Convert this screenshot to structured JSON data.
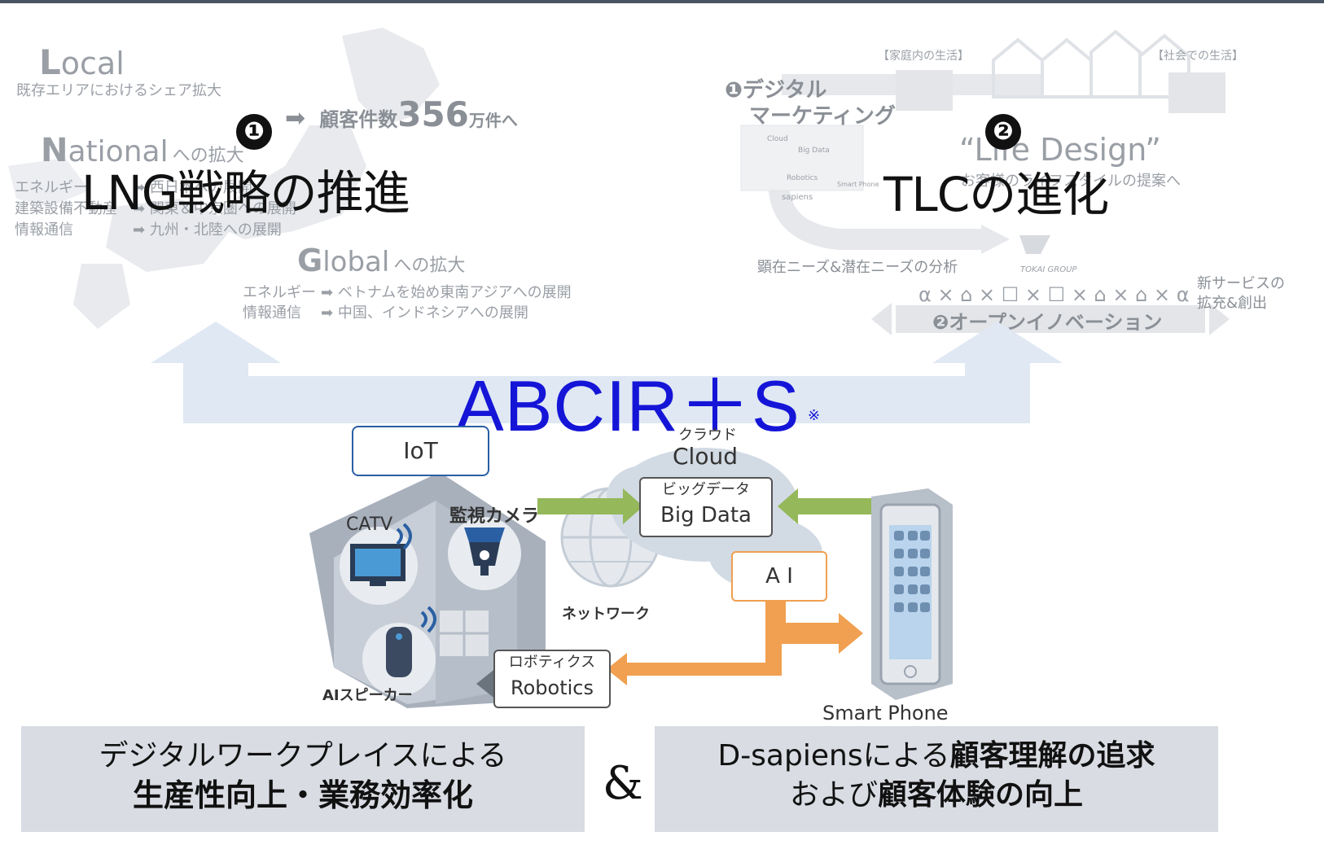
{
  "left_panel": {
    "local": {
      "head_letter": "L",
      "head_rest": "ocal",
      "sub": "既存エリアにおけるシェア拡大"
    },
    "customers": {
      "arrow": "➡",
      "prefix": "顧客件数",
      "number": "356",
      "suffix": "万件へ"
    },
    "national": {
      "head_letter": "N",
      "head_rest": "ational",
      "tail": "への拡大"
    },
    "national_rows": [
      {
        "label": "エネルギー",
        "arrow": "➡",
        "text": "西日本への展開"
      },
      {
        "label": "建築設備不動産",
        "arrow": "➡",
        "text": "関東＆中京圏への展開"
      },
      {
        "label": "情報通信",
        "arrow": "➡",
        "text": "九州・北陸への展開"
      }
    ],
    "global": {
      "head_letter": "G",
      "head_rest": "lobal",
      "tail": "への拡大"
    },
    "global_rows": [
      {
        "label": "エネルギー",
        "arrow": "➡",
        "text": "ベトナムを始め東南アジアへの展開"
      },
      {
        "label": "情報通信",
        "arrow": "➡",
        "text": "中国、インドネシアへの展開"
      }
    ],
    "badge": "❶",
    "title": "LNG戦略の推進"
  },
  "right_panel": {
    "home_life": "【家庭内の生活】",
    "social_life": "【社会での生活】",
    "digital_marketing_1": "❶デジタル",
    "digital_marketing_2": "マーケティング",
    "life_design": "“Life Design”",
    "lifestyle_proposal": "お客様のライフスタイルの提案へ",
    "needs_analysis": "顕在ニーズ&潜在ニーズの分析",
    "tokai_group": "TOKAI GROUP",
    "alpha_row": "α × ⌂ × ☐ × ☐ × ⌂ × ⌂ × α",
    "open_innovation": "❷オープンイノベーション",
    "new_service_1": "新サービスの",
    "new_service_2": "拡充&創出",
    "badge": "❷",
    "title": "TLCの進化",
    "mini_cloud": "Cloud",
    "mini_bigdata": "Big Data",
    "mini_robotics": "Robotics",
    "mini_smartphone": "Smart Phone",
    "mini_sapiens": "sapiens"
  },
  "center": {
    "abcir": "ABCIR＋S",
    "abcir_note": "※"
  },
  "diagram": {
    "iot": "IoT",
    "catv": "CATV",
    "camera": "監視カメラ",
    "ai_speaker": "AIスピーカー",
    "robotics_jp": "ロボティクス",
    "robotics_en": "Robotics",
    "network": "ネットワーク",
    "cloud_jp": "クラウド",
    "cloud_en": "Cloud",
    "bigdata_jp": "ビッグデータ",
    "bigdata_en": "Big Data",
    "ai": "A I",
    "smartphone": "Smart Phone"
  },
  "bottom": {
    "left_line1": "デジタルワークプレイスによる",
    "left_line2": "生産性向上・業務効率化",
    "amp": "&",
    "right_line1_normal": "D-sapiensによる",
    "right_line1_bold": "顧客理解の追求",
    "right_line2_normal": "および",
    "right_line2_bold": "顧客体験の向上"
  },
  "colors": {
    "abcir_blue": "#1515d8",
    "arrow_light_blue": "#dfe8f3",
    "green_arrow": "#94b85a",
    "orange_arrow": "#f0a050",
    "iot_border": "#2a5fa3",
    "bottom_box": "#d9dce3"
  }
}
